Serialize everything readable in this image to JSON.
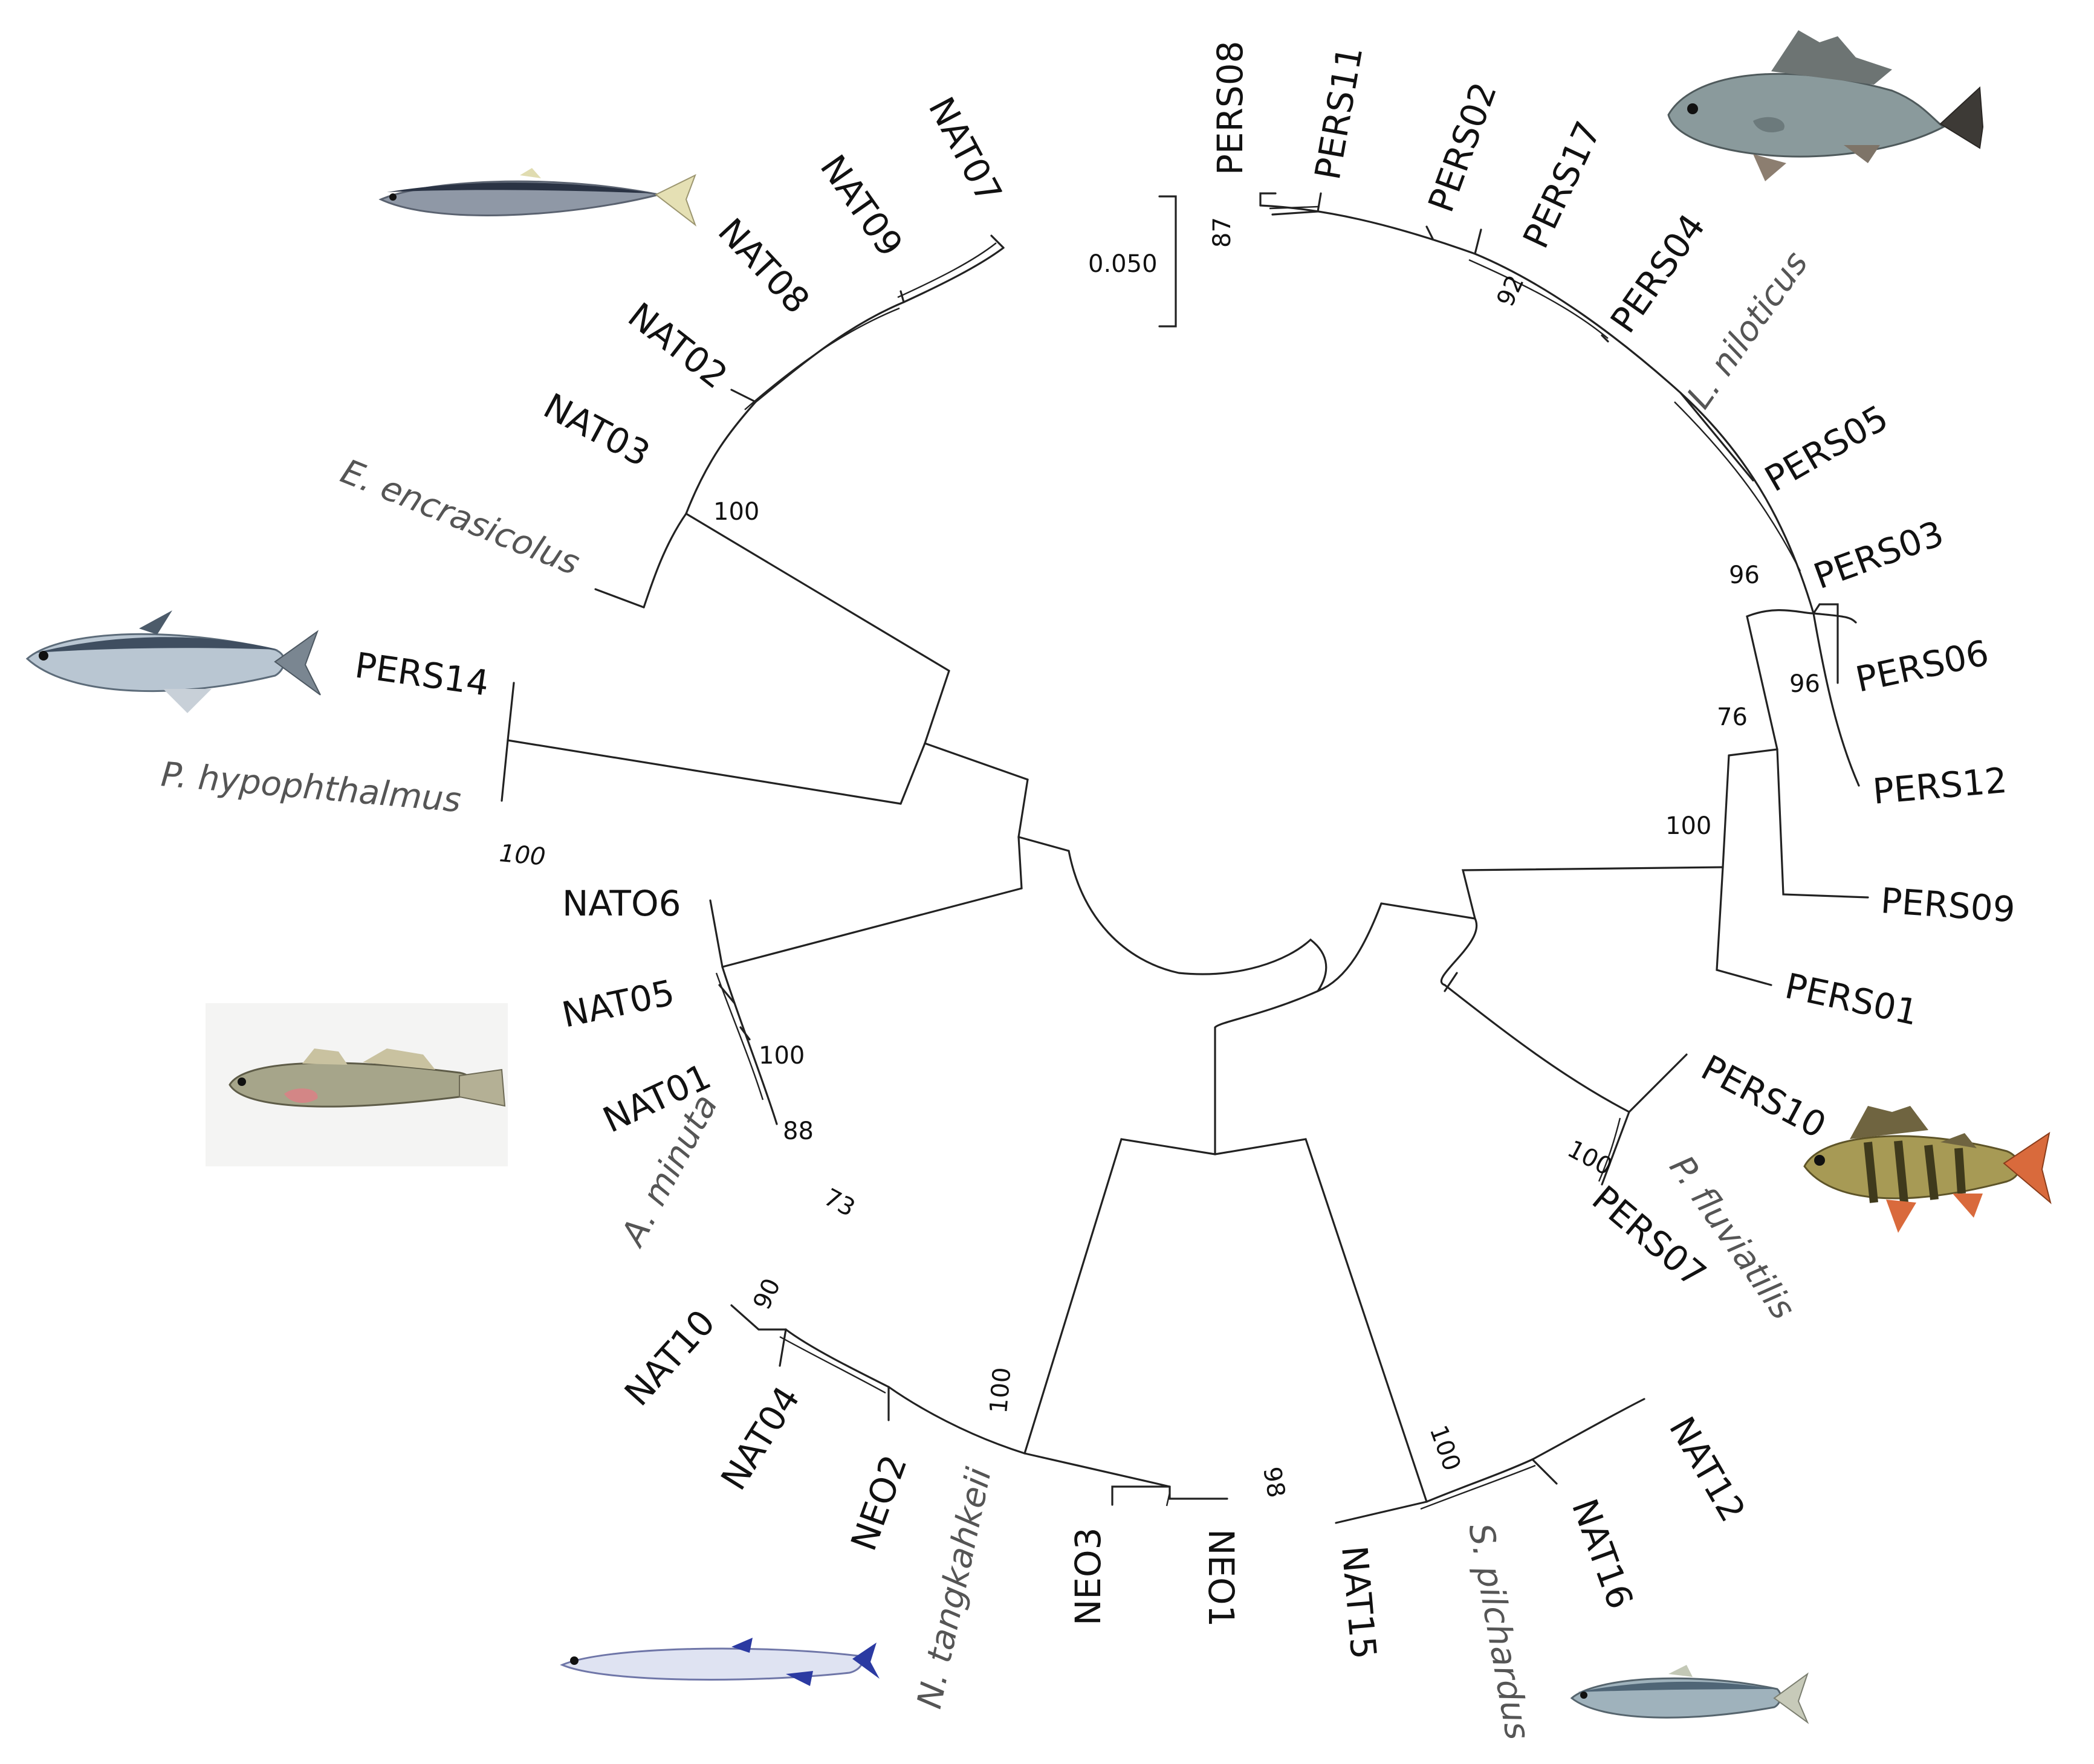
{
  "tree": {
    "scale_bar_label": "0.050",
    "tips": {
      "pers08": "PERS08",
      "pers11": "PERS11",
      "pers02": "PERS02",
      "pers17": "PERS17",
      "pers04": "PERS04",
      "pers05": "PERS05",
      "pers03": "PERS03",
      "pers06": "PERS06",
      "pers12": "PERS12",
      "pers09": "PERS09",
      "pers01": "PERS01",
      "pers10": "PERS10",
      "pers07": "PERS07",
      "pers14": "PERS14",
      "nat07": "NAT07",
      "nat09": "NAT09",
      "nat08": "NAT08",
      "nat02": "NAT02",
      "nat03": "NAT03",
      "nat06": "NATO6",
      "nat05": "NAT05",
      "nat01": "NAT01",
      "nat10": "NAT10",
      "nat04": "NAT04",
      "nat12": "NAT12",
      "nat16": "NAT16",
      "nat15": "NAT15",
      "neo2": "NEO2",
      "neo3": "NEO3",
      "neo1": "NEO1"
    },
    "species": {
      "l_niloticus": "L. niloticus",
      "e_encrasicolus": "E. encrasicolus",
      "p_hypophthalmus": "P. hypophthalmus",
      "a_minuta": "A. minuta",
      "n_tangkahkeii": "N. tangkahkeii",
      "s_pilchardus": "S. pilchardus",
      "p_fluviatilis": "P. fluviatilis"
    },
    "bootstrap": {
      "b87": "87",
      "b92": "92",
      "b96a": "96",
      "b96b": "96",
      "b76": "76",
      "b100a": "100",
      "b100b": "100",
      "b100c": "100",
      "b100d": "100",
      "b100e": "100",
      "b88": "88",
      "b73": "73",
      "b90": "90",
      "b100f": "100",
      "b98": "98",
      "b100g": "100"
    },
    "colors": {
      "branch": "#222222",
      "tip_label": "#111111",
      "species_label": "#555555"
    }
  }
}
